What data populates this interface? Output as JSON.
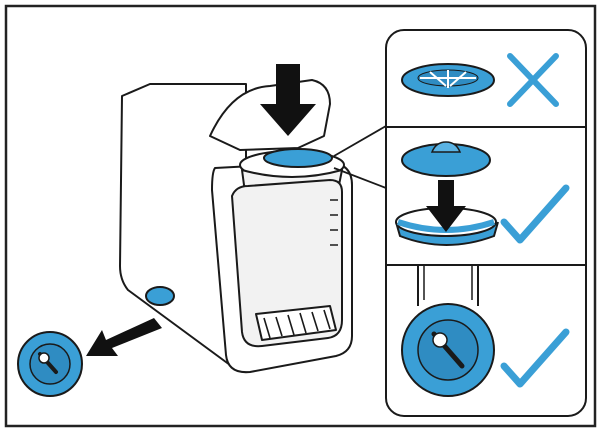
{
  "illustration": {
    "figure": "coffee-machine-disc-insertion-instructions",
    "colors": {
      "accent_blue": "#3a9fd6",
      "accent_dark_blue": "#1f6fa3",
      "outline": "#1a1a1a",
      "panel_fill": "#ffffff",
      "machine_window": "#f2f2f2"
    },
    "steps": [
      {
        "name": "disc-upside-down",
        "status_icon": "cross-icon",
        "status": "incorrect"
      },
      {
        "name": "disc-lowered-onto-holder",
        "status_icon": "checkmark-icon",
        "status": "correct"
      },
      {
        "name": "disc-seated-in-holder",
        "status_icon": "checkmark-icon",
        "status": "correct"
      }
    ]
  }
}
